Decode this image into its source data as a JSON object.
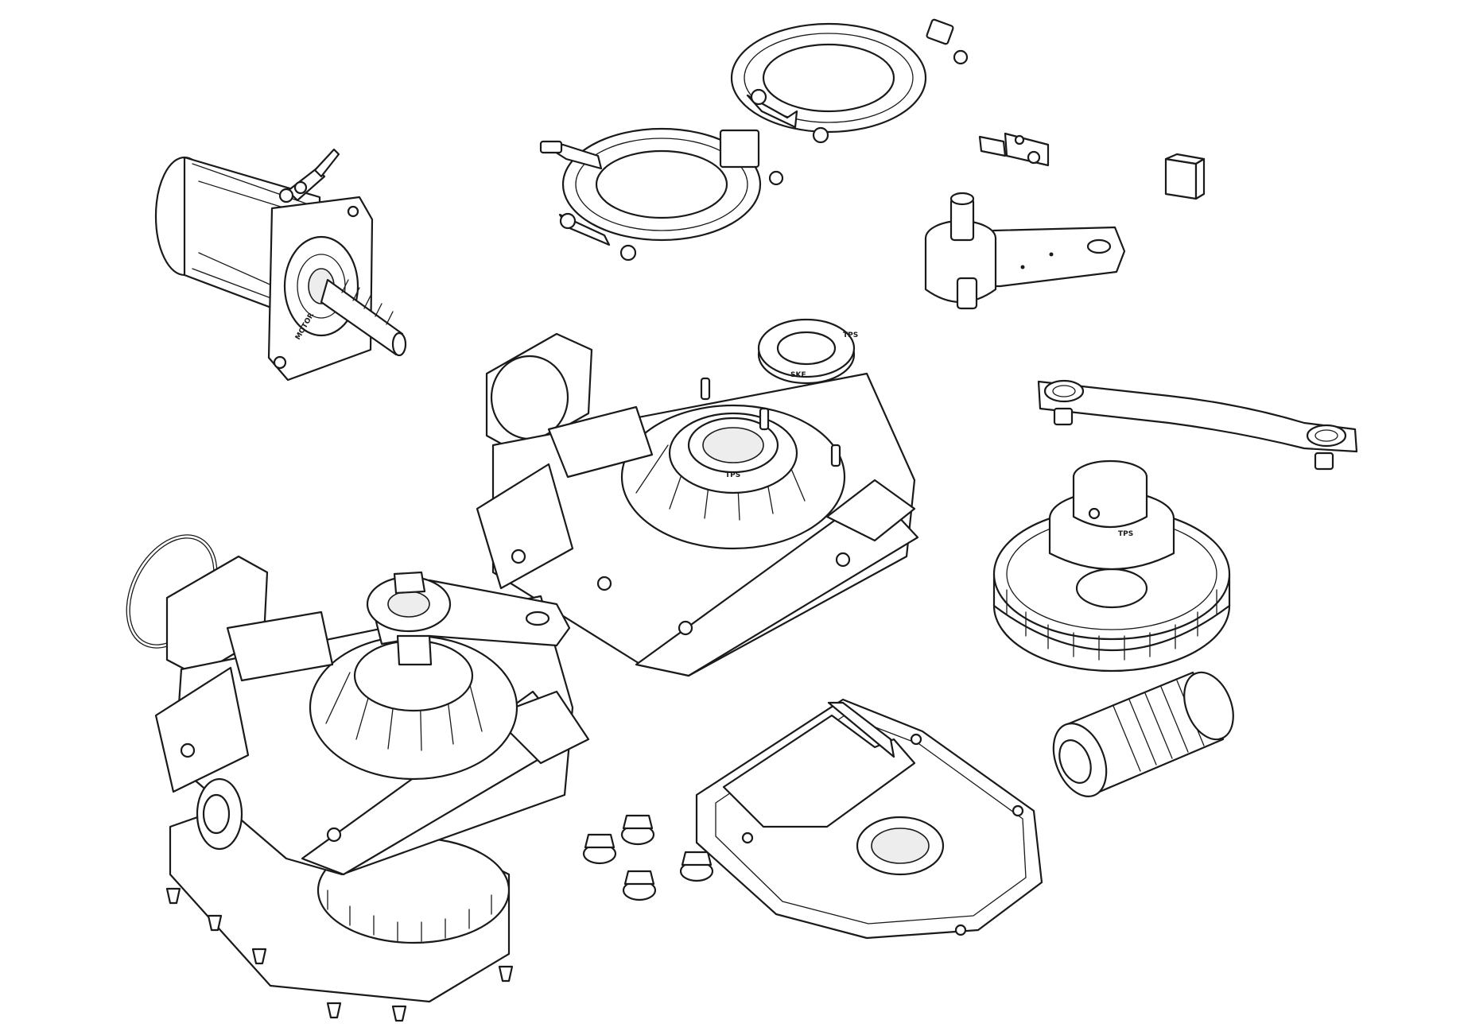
{
  "diagram": {
    "part_markings": {
      "motor_label": "MOTOR",
      "bearing_ring_mark_a": "TPS",
      "bearing_ring_mark_b": "SKF",
      "housing_hub_mark": "TPS",
      "gear_hub_mark": "TPS"
    },
    "stroke_color": "#1a1a1a",
    "background_color": "#ffffff"
  }
}
